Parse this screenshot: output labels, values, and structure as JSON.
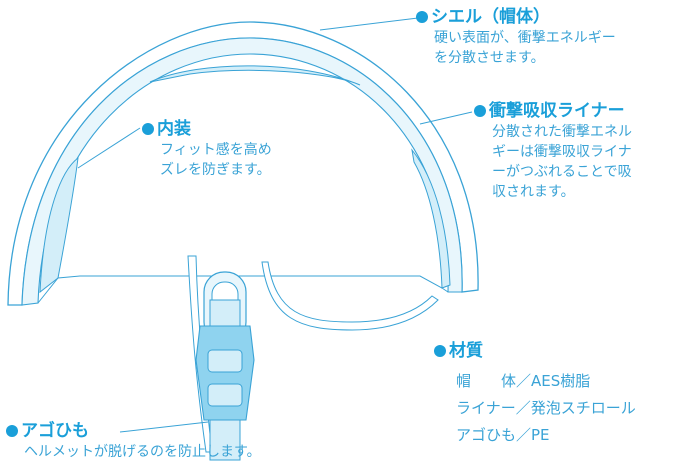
{
  "labels": {
    "shell": {
      "title": "シエル（帽体）",
      "desc": [
        "硬い表面が、衝撃エネルギー",
        "を分散させます。"
      ]
    },
    "liner": {
      "title": "衝撃吸収ライナー",
      "desc": [
        "分散された衝撃エネル",
        "ギーは衝撃吸収ライナ",
        "ーがつぶれることで吸",
        "収されます。"
      ]
    },
    "inner": {
      "title": "内装",
      "desc": [
        "フィット感を高め",
        "ズレを防ぎます。"
      ]
    },
    "material": {
      "title": "材質",
      "items": [
        "帽　　体／AES樹脂",
        "ライナー／発泡スチロール",
        "アゴひも／PE"
      ]
    },
    "strap": {
      "title": "アゴひも",
      "desc": [
        "ヘルメットが脱げるのを防止します。"
      ]
    }
  },
  "colors": {
    "accent": "#1a9fd9",
    "outline": "#3aa3d6",
    "fill": "#d3eef9",
    "fill_light": "#e8f6fc"
  }
}
